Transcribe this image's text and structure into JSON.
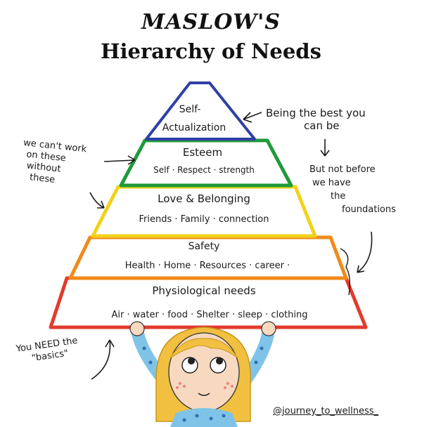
{
  "title": {
    "main": "MASLOW'S",
    "sub": "Hierarchy of Needs"
  },
  "pyramid": {
    "levels": [
      {
        "id": "self-actualization",
        "heading_lines": [
          "Self-",
          "Actualization"
        ],
        "detail": "",
        "color": "#2f3fa6"
      },
      {
        "id": "esteem",
        "heading": "Esteem",
        "detail": "Self · Respect · strength",
        "color": "#1f9a3a"
      },
      {
        "id": "love-belonging",
        "heading": "Love & Belonging",
        "detail": "Friends · Family · connection",
        "color": "#f2d21a"
      },
      {
        "id": "safety",
        "heading": "Safety",
        "detail": "Health · Home · Resources · career ·",
        "color": "#f08a1a"
      },
      {
        "id": "physiological",
        "heading": "Physiological needs",
        "detail": "Air · water · food · Shelter · sleep · clothing",
        "color": "#e23b2c"
      }
    ]
  },
  "annotations": {
    "left_top": [
      "we can't work",
      "on these",
      "without",
      "these"
    ],
    "right_top": [
      "Being the best you",
      "can be"
    ],
    "right_mid": [
      "But not before",
      "we have",
      "the",
      "foundations"
    ],
    "left_bottom": [
      "You NEED the",
      "\"basics\""
    ]
  },
  "credit": "@journey_to_wellness_",
  "colors": {
    "hair": "#f2c040",
    "skin": "#f7d9c0",
    "shirt": "#7fc4e8",
    "shirt_dots": "#2f6fb3",
    "cheeks": "#f08080"
  }
}
